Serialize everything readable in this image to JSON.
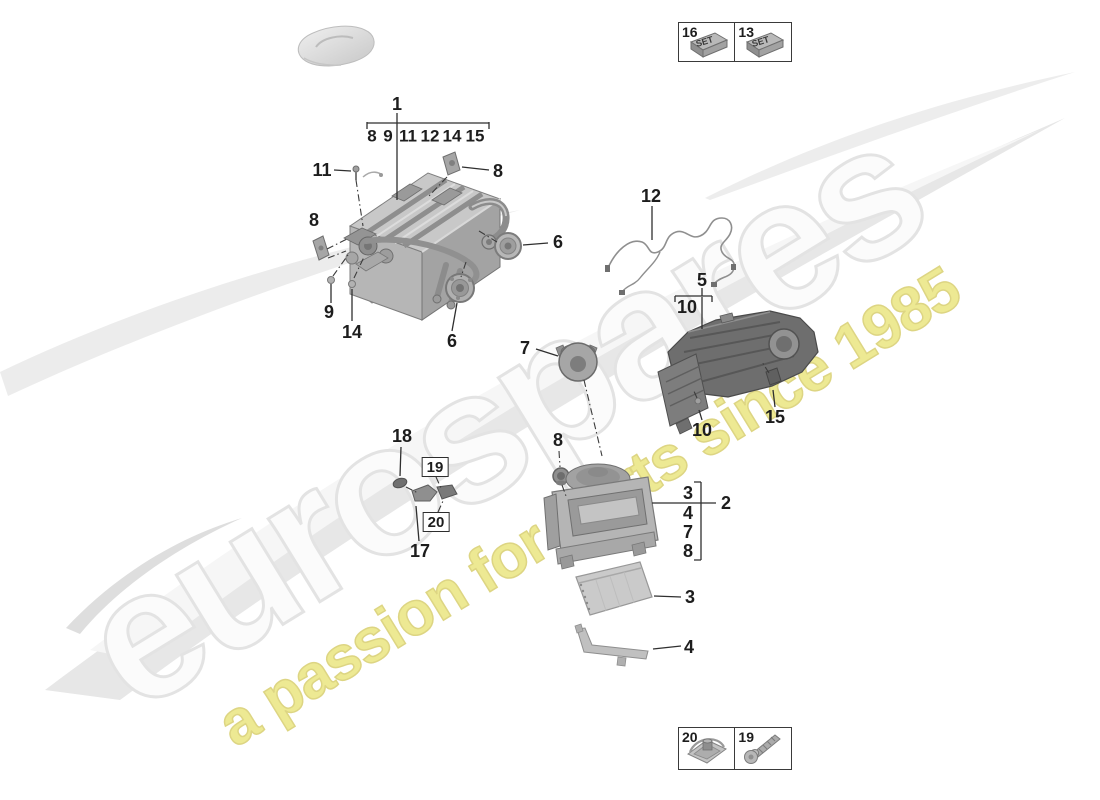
{
  "page": {
    "background": "#ffffff"
  },
  "watermark": {
    "brand": "eurospares",
    "tagline": "a passion for parts since 1985",
    "brand_fill": "#fbfbfb",
    "brand_outline": "#e3e3e3",
    "tagline_fill": "#ede993",
    "tagline_outline": "#ddd583",
    "swoosh_color": "#e9e9e9"
  },
  "legend_top": {
    "items": [
      {
        "number": "16",
        "block_label": "SET",
        "icon": "set-block"
      },
      {
        "number": "13",
        "block_label": "SET",
        "icon": "set-block"
      }
    ]
  },
  "legend_bottom": {
    "items": [
      {
        "number": "20",
        "icon": "speed-nut-clip"
      },
      {
        "number": "19",
        "icon": "self-tapping-screw"
      }
    ]
  },
  "callouts": {
    "c1": "1",
    "g8": "8",
    "g9": "9",
    "g11": "11",
    "g12": "12",
    "g14": "14",
    "g15": "15",
    "c11": "11",
    "c8_right": "8",
    "c8_left": "8",
    "c9": "9",
    "c14": "14",
    "c6_upper": "6",
    "c6_lower": "6",
    "c7": "7",
    "c12": "12",
    "c5": "5",
    "c10_upper": "10",
    "c10_lower": "10",
    "c15": "15",
    "c18": "18",
    "c19": "19",
    "c20": "20",
    "c17": "17",
    "c8_grommet": "8",
    "b3": "3",
    "b4": "4",
    "b7": "7",
    "b8": "8",
    "c2": "2",
    "c3": "3",
    "c4": "4"
  }
}
